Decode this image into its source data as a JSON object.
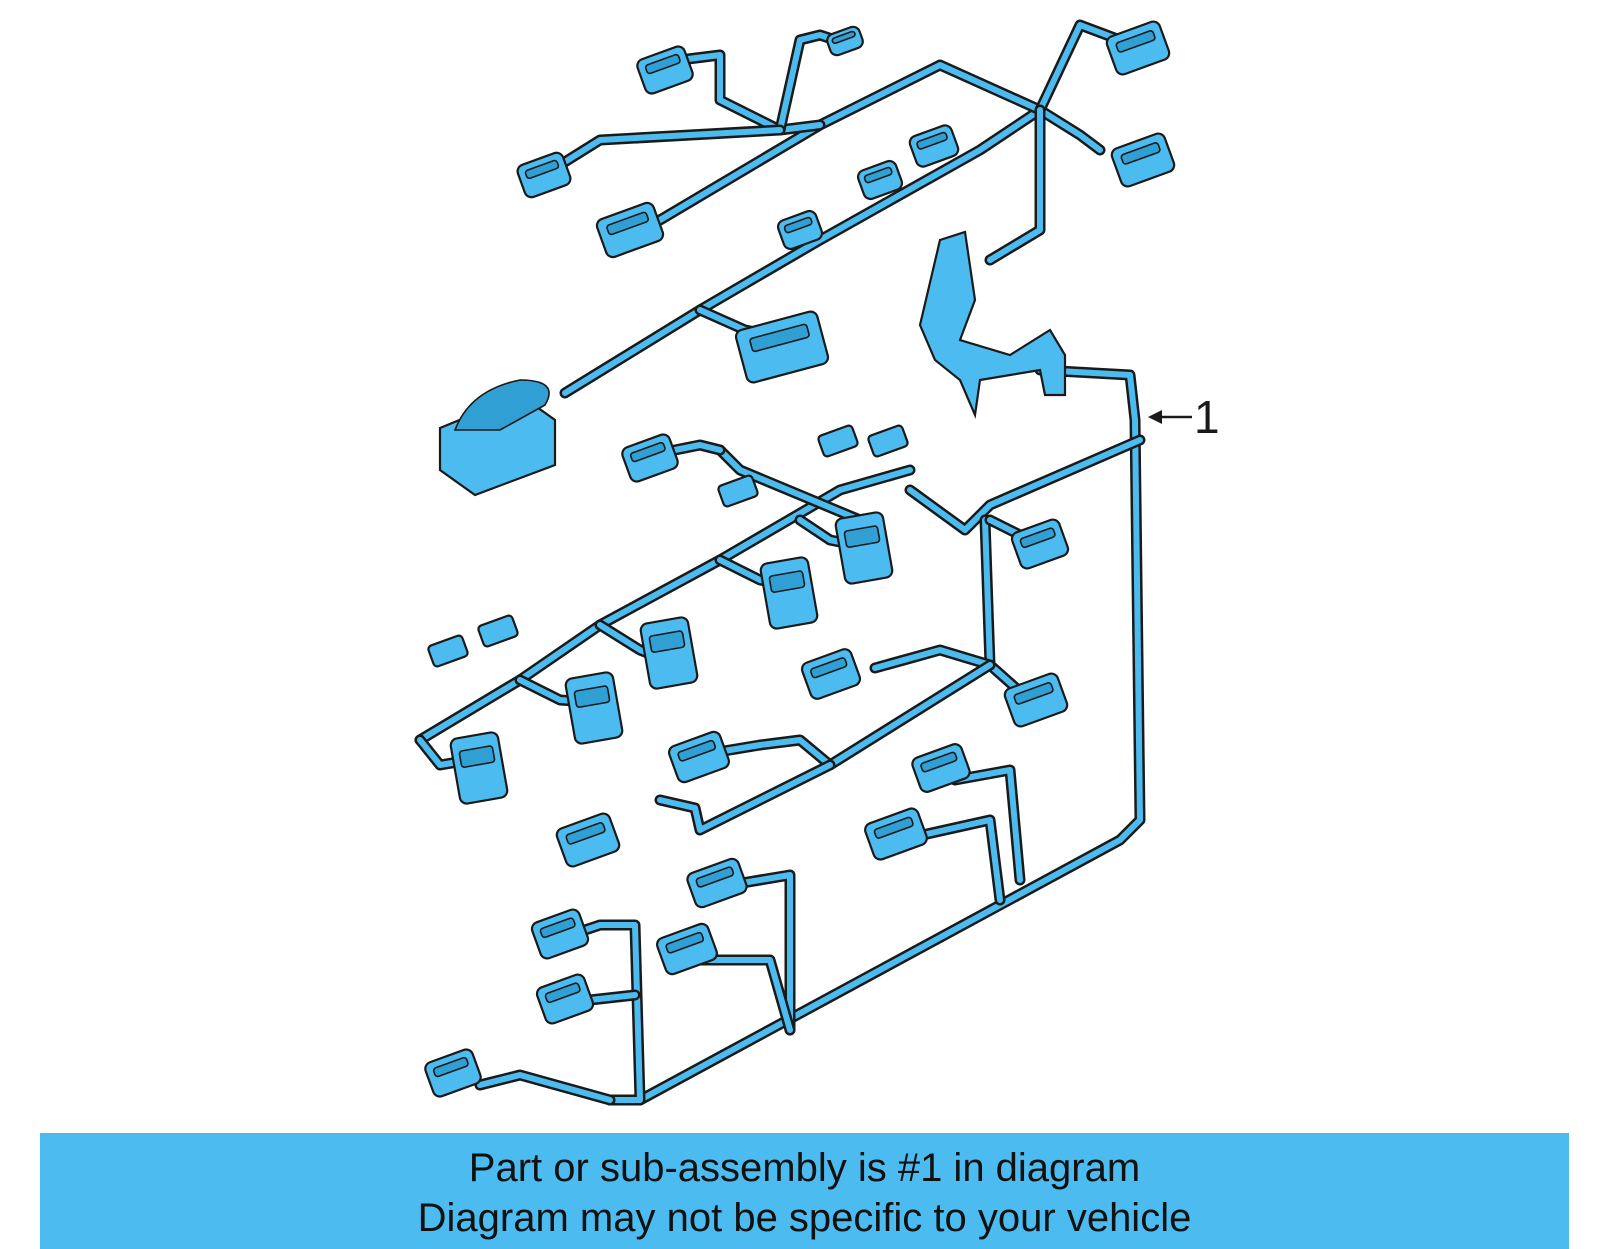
{
  "diagram": {
    "callout": {
      "number": "1"
    },
    "colors": {
      "part_fill": "#4cbcf0",
      "outline": "#1a1a1a",
      "caption_bg": "#4cbcf0"
    }
  },
  "caption": {
    "line1": "Part or sub-assembly is #1 in diagram",
    "line2": "Diagram may not be specific to your vehicle"
  }
}
